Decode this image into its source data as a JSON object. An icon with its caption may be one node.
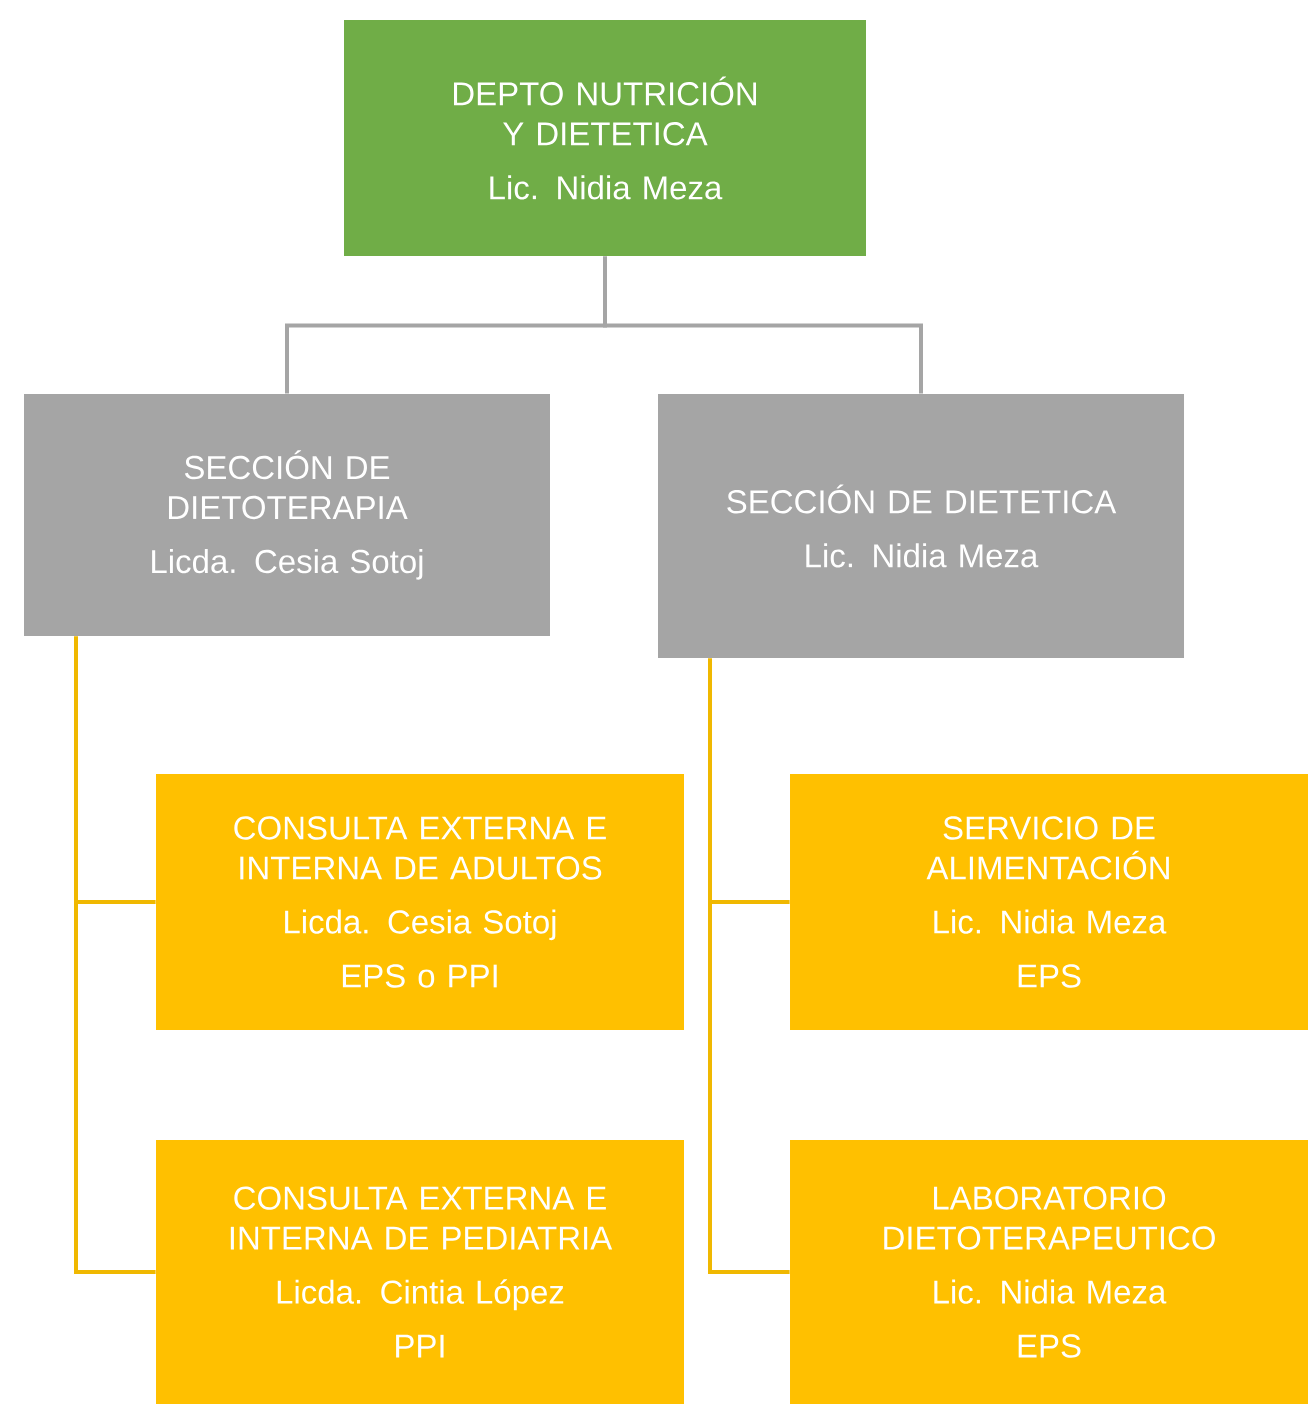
{
  "diagram": {
    "nodes": [
      {
        "text": [
          "DEPTO NUTRICIÓN Y DIETETICA",
          "Lic. Nidia Meza"
        ]
      },
      {
        "text": [
          "SECCIÓN DE DIETOTERAPIA",
          "Licda. Cesia Sotoj"
        ]
      },
      {
        "text": [
          "SECCIÓN DE DIETETICA",
          "Lic. Nidia Meza"
        ]
      },
      {
        "text": [
          "CONSULTA EXTERNA E INTERNA DE ADULTOS",
          "Licda. Cesia Sotoj",
          "EPS o PPI"
        ]
      },
      {
        "text": [
          "SERVICIO DE ALIMENTACIÓN",
          "Lic. Nidia Meza",
          "EPS"
        ]
      },
      {
        "text": [
          "CONSULTA EXTERNA E INTERNA DE PEDIATRIA",
          "Licda. Cintia López",
          "PPI"
        ]
      },
      {
        "text": [
          "LABORATORIO DIETOTERAPEUTICO",
          "Lic. Nidia Meza",
          "EPS"
        ]
      }
    ],
    "edges": [
      {
        "from": 0,
        "to": 1,
        "arrow": "none",
        "color": "#a5a5a5"
      },
      {
        "from": 0,
        "to": 2,
        "arrow": "none",
        "color": "#a5a5a5"
      },
      {
        "from": 1,
        "to": 3,
        "arrow": "none"
      },
      {
        "from": 1,
        "to": 5,
        "arrow": "none"
      },
      {
        "from": 2,
        "to": 4,
        "arrow": "none"
      },
      {
        "from": 2,
        "to": 6,
        "arrow": "none"
      }
    ]
  }
}
